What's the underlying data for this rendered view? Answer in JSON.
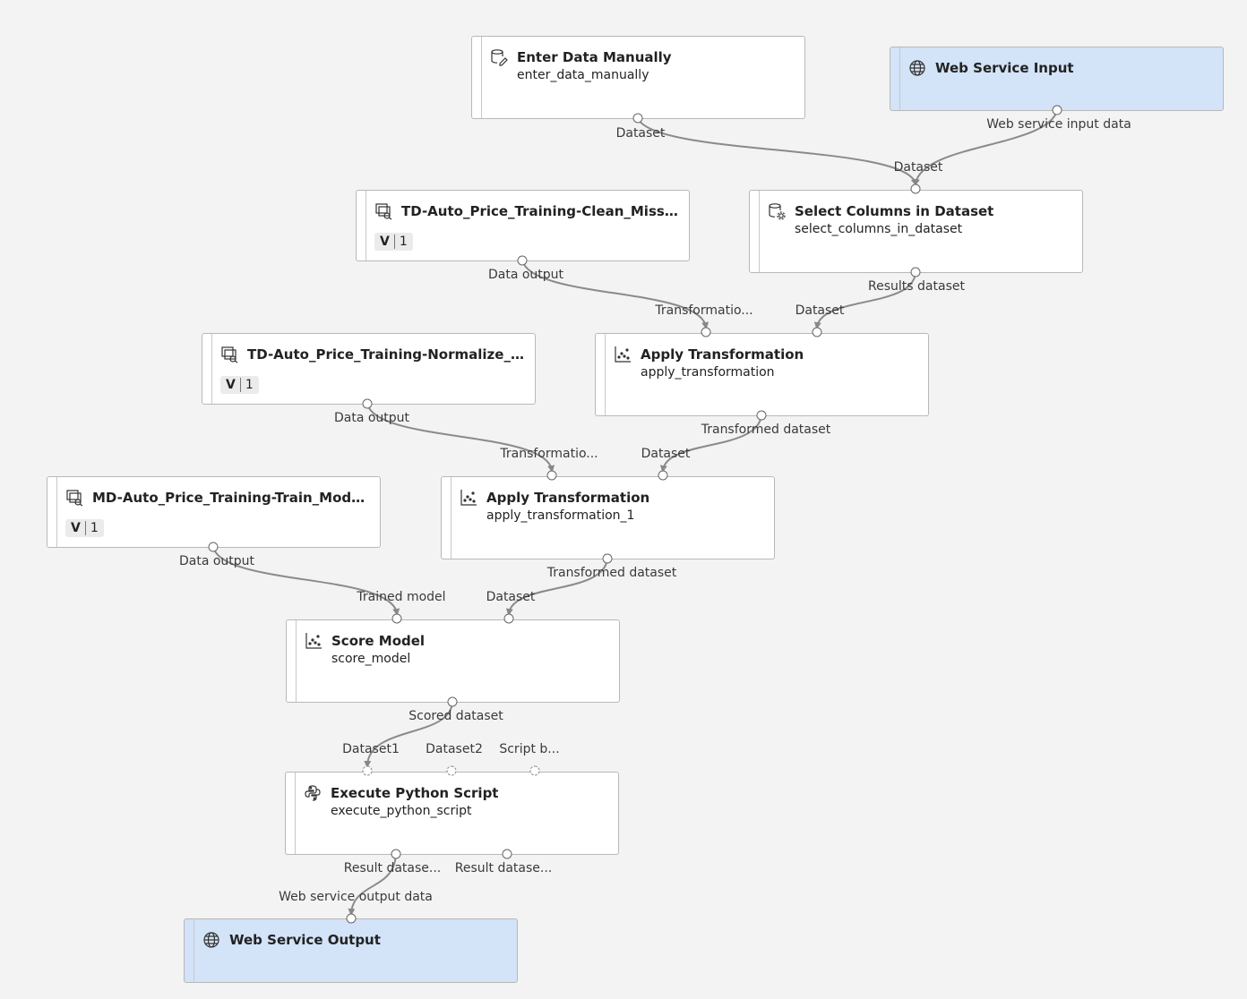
{
  "nodes": {
    "enter_data": {
      "title": "Enter Data Manually",
      "subtitle": "enter_data_manually",
      "icon": "database-edit-icon",
      "out": "Dataset"
    },
    "ws_input": {
      "title": "Web Service Input",
      "icon": "globe-icon",
      "out": "Web service input data"
    },
    "td_clean": {
      "title": "TD-Auto_Price_Training-Clean_Missing_D...",
      "icon": "model-icon",
      "version_label": "V",
      "version": "1",
      "out": "Data output"
    },
    "select_cols": {
      "title": "Select Columns in Dataset",
      "subtitle": "select_columns_in_dataset",
      "icon": "database-settings-icon",
      "in": "Dataset",
      "out": "Results dataset"
    },
    "td_norm": {
      "title": "TD-Auto_Price_Training-Normalize_Data-...",
      "icon": "model-icon",
      "version_label": "V",
      "version": "1",
      "out": "Data output"
    },
    "apply1": {
      "title": "Apply Transformation",
      "subtitle": "apply_transformation",
      "icon": "scatter-icon",
      "in1": "Transformatio...",
      "in2": "Dataset",
      "out": "Transformed dataset"
    },
    "md_train": {
      "title": "MD-Auto_Price_Training-Train_Model-Tr...",
      "icon": "model-icon",
      "version_label": "V",
      "version": "1",
      "out": "Data output"
    },
    "apply2": {
      "title": "Apply Transformation",
      "subtitle": "apply_transformation_1",
      "icon": "scatter-icon",
      "in1": "Transformatio...",
      "in2": "Dataset",
      "out": "Transformed dataset"
    },
    "score": {
      "title": "Score Model",
      "subtitle": "score_model",
      "icon": "scatter-icon",
      "in1": "Trained model",
      "in2": "Dataset",
      "out": "Scored dataset"
    },
    "python": {
      "title": "Execute Python Script",
      "subtitle": "execute_python_script",
      "icon": "python-icon",
      "in1": "Dataset1",
      "in2": "Dataset2",
      "in3": "Script b...",
      "out1": "Result datase...",
      "out2": "Result datase..."
    },
    "ws_output": {
      "title": "Web Service Output",
      "icon": "globe-icon",
      "in": "Web service output data"
    }
  },
  "colors": {
    "canvas": "#f3f3f3",
    "node": "#ffffff",
    "io_node": "#d3e3f8",
    "wire": "#888888"
  }
}
